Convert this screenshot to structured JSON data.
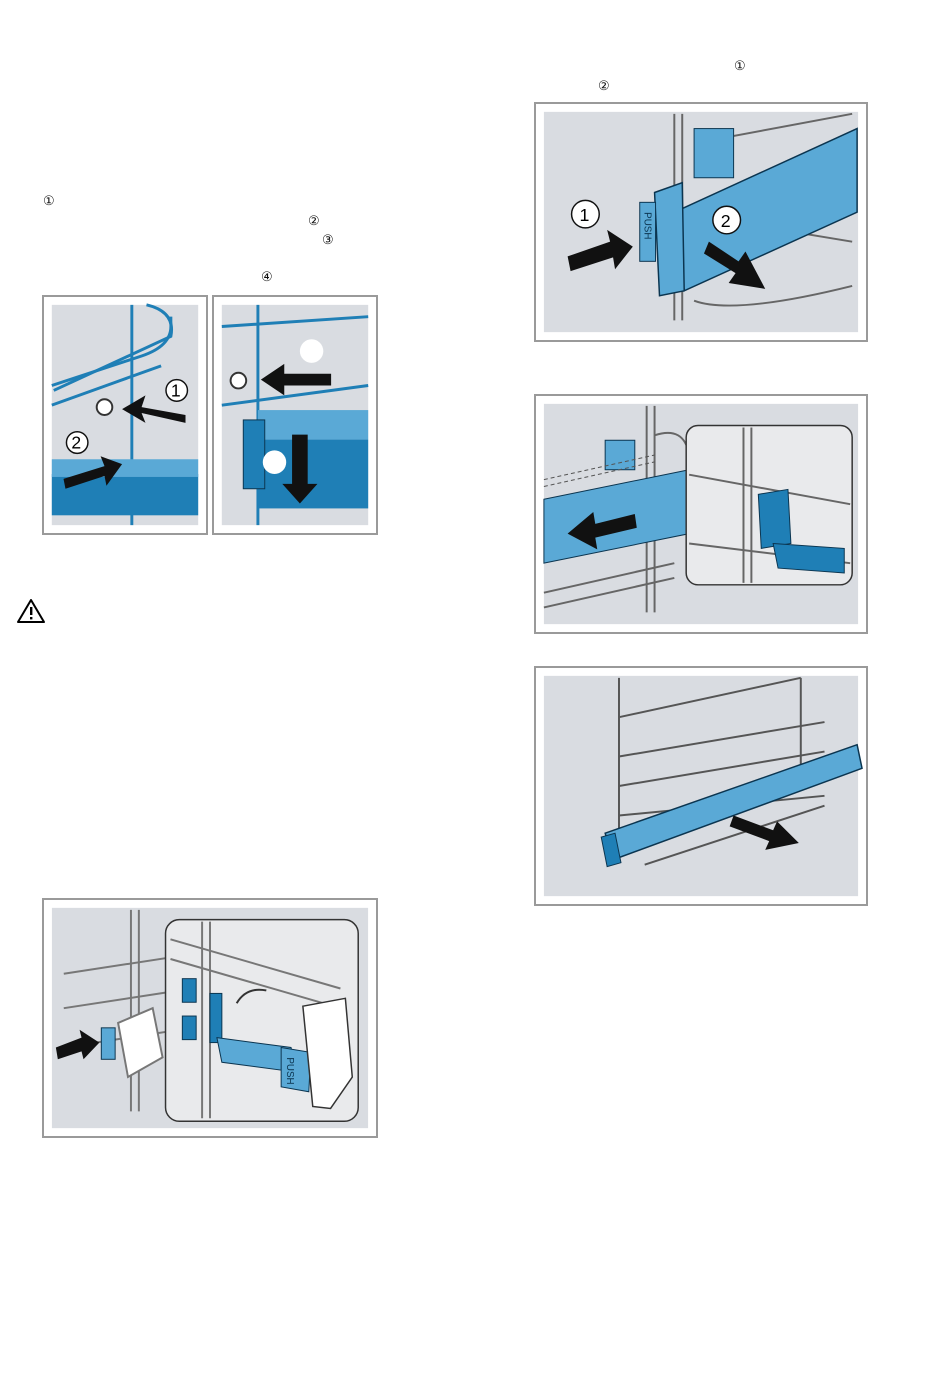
{
  "markers": {
    "left_1": "①",
    "left_2": "②",
    "left_3": "③",
    "left_4": "④",
    "right_1": "①",
    "right_2": "②"
  },
  "figures": {
    "fig_a_callouts": [
      "1",
      "2"
    ],
    "fig_c_callouts": [
      "1",
      "2"
    ],
    "fig_d_label": "PUSH",
    "fig_c_label": "PUSH"
  },
  "colors": {
    "rail_blue": "#5aa9d6",
    "rail_dark": "#1f7fb6",
    "panel_bg": "#d9dce1",
    "frame_gray": "#9a9a9a"
  },
  "icons": {
    "warning": "warning-triangle-icon",
    "arrow": "black-arrow-icon"
  }
}
